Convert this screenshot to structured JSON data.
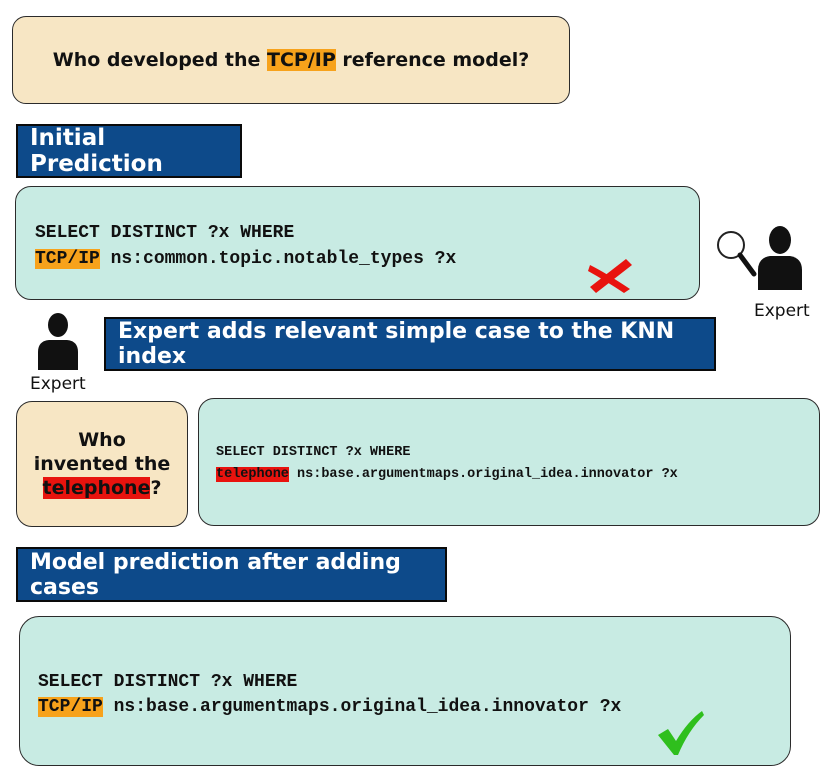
{
  "question_main": {
    "before": "Who developed the ",
    "entity": "TCP/IP",
    "after": " reference model?"
  },
  "banners": {
    "initial": "Initial Prediction",
    "expert_adds": "Expert adds relevant simple case to the KNN index",
    "after": "Model prediction after adding cases"
  },
  "initial_query": {
    "line1": "SELECT DISTINCT ?x WHERE",
    "entity": "TCP/IP",
    "rest": " ns:common.topic.notable_types ?x"
  },
  "expert_labels": {
    "right": "Expert",
    "left": "Expert"
  },
  "case": {
    "question": {
      "line1": "Who",
      "line2": "invented the",
      "entity": "telephone",
      "after": "?"
    },
    "query": {
      "line1": "SELECT DISTINCT ?x WHERE",
      "entity": "telephone",
      "rest": " ns:base.argumentmaps.original_idea.innovator ?x"
    }
  },
  "final_query": {
    "line1": "SELECT DISTINCT ?x WHERE",
    "entity": "TCP/IP",
    "rest": " ns:base.argumentmaps.original_idea.innovator ?x"
  },
  "icons": {
    "wrong": "cross-icon",
    "correct": "check-icon",
    "search": "magnifier-icon",
    "person": "person-icon"
  },
  "colors": {
    "banner": "#0d4a8a",
    "question_bg": "#f7e6c4",
    "query_bg": "#c8ebe3",
    "highlight_orange": "#f7a21b",
    "highlight_red": "#e8130e",
    "cross": "#e8130e",
    "check": "#2fbf1d"
  }
}
